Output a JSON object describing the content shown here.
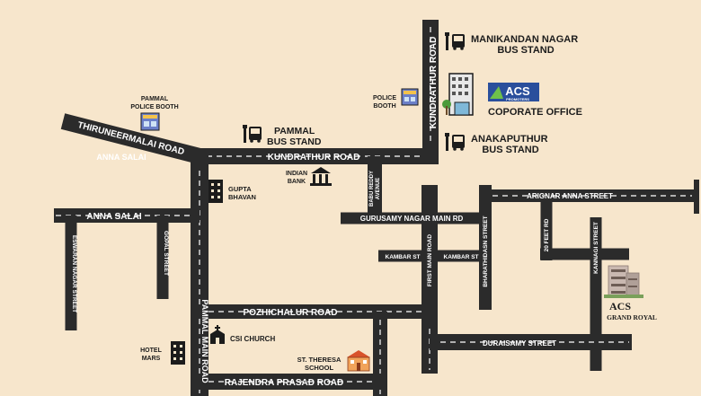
{
  "roads": {
    "kundrathur_road_v": "KUNDRATHUR ROAD",
    "kundrathur_road_h": "KUNDRATHUR ROAD",
    "thiruneermalai_road": "THIRUNEERMALAI ROAD",
    "anna_salai_under": "ANNA SALAI",
    "anna_salai": "ANNA SALAI",
    "babu_reddy_avenue_1": "BABU REDDY",
    "babu_reddy_avenue_2": "AVENUE",
    "gurusamy_nagar_main_rd": "GURUSAMY NAGAR MAIN RD",
    "arignar_anna_street": "ARIGNAR ANNA STREET",
    "eswaran_nagar_street": "ESWARAN NAGAR STREET",
    "gopal_street": "GOPAL STREET",
    "kambar_st_1": "KAMBAR ST",
    "kambar_st_2": "KAMBAR ST",
    "first_main_road": "FIRST MAIN ROAD",
    "bharathidasn_street": "BHARATHIDASN STREET",
    "feet_road_20": "20 FEET RD",
    "kannagi_street": "KANNAGI STREET",
    "pozhichalur_road": "POZHICHALUR ROAD",
    "pammal_main_road": "PAMMAL MAIN ROAD",
    "duraisamy_street": "DURAISAMY STREET",
    "rajendra_prasad_road": "RAJENDRA PRASAD ROAD"
  },
  "landmarks": {
    "manikandan_1": "MANIKANDAN NAGAR",
    "manikandan_2": "BUS STAND",
    "acs_logo_text": "ACS",
    "acs_logo_sub": "PROMOTERS",
    "corporate_office": "COPORATE OFFICE",
    "anakaputhur_1": "ANAKAPUTHUR",
    "anakaputhur_2": "BUS STAND",
    "police_booth_right_1": "POLICE",
    "police_booth_right_2": "BOOTH",
    "pammal_police_1": "PAMMAL",
    "pammal_police_2": "POLICE BOOTH",
    "pammal_bus_1": "PAMMAL",
    "pammal_bus_2": "BUS STAND",
    "indian_bank_1": "INDIAN",
    "indian_bank_2": "BANK",
    "gupta_1": "GUPTA",
    "gupta_2": "BHAVAN",
    "csi_church": "CSI CHURCH",
    "hotel_mars_1": "HOTEL",
    "hotel_mars_2": "MARS",
    "st_theresa_1": "ST. THERESA",
    "st_theresa_2": "SCHOOL",
    "acs_grand_1": "ACS",
    "acs_grand_2": "GRAND ROYAL"
  },
  "colors": {
    "background": "#f7e6cc",
    "road": "#2b2b2b",
    "road_dash": "#ffffff",
    "brand_blue": "#2a4f9c",
    "school_red": "#d8522b"
  }
}
